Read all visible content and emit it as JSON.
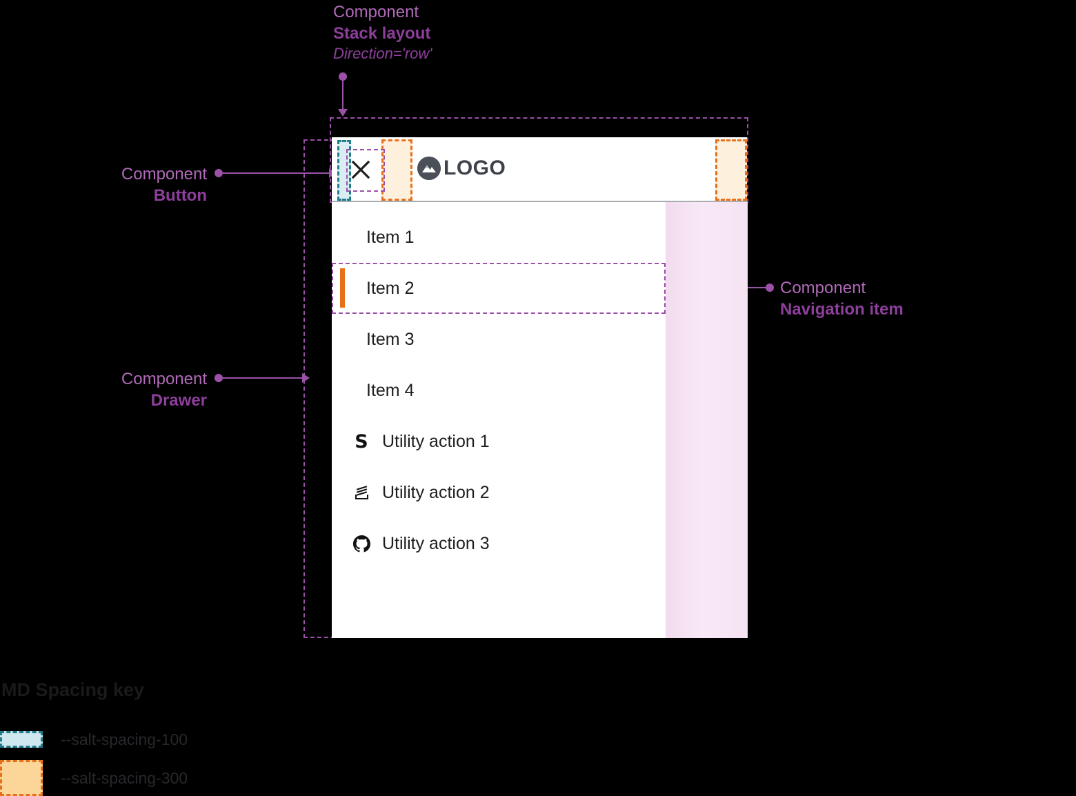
{
  "annotations": [
    {
      "id": "stack-layout",
      "kind": "Component",
      "name": "Stack layout",
      "prop": "Direction='row'"
    },
    {
      "id": "button",
      "kind": "Component",
      "name": "Button",
      "prop": ""
    },
    {
      "id": "drawer",
      "kind": "Component",
      "name": "Drawer",
      "prop": ""
    },
    {
      "id": "navigation-item",
      "kind": "Component",
      "name": "Navigation item",
      "prop": ""
    }
  ],
  "drawer": {
    "header": {
      "close_label": "Close",
      "close_icon": "close-icon",
      "logo_icon": "mountain-logo-icon",
      "logo_text": "LOGO"
    },
    "nav_items": [
      {
        "label": "Item 1",
        "active": false
      },
      {
        "label": "Item 2",
        "active": true
      },
      {
        "label": "Item 3",
        "active": false
      },
      {
        "label": "Item 4",
        "active": false
      }
    ],
    "utility_actions": [
      {
        "label": "Utility action 1",
        "icon": "salt-s-icon"
      },
      {
        "label": "Utility action 2",
        "icon": "stacked-layers-icon"
      },
      {
        "label": "Utility action 3",
        "icon": "github-icon"
      }
    ]
  },
  "spacing_key": {
    "title": "MD Spacing key",
    "entries": [
      {
        "token": "--salt-spacing-100",
        "fill": "#cfe8ef",
        "border": "#1f7d8c"
      },
      {
        "token": "--salt-spacing-300",
        "fill": "#fcd699",
        "border": "#e8701a"
      }
    ]
  },
  "colors": {
    "annotation_kind": "#b06ab8",
    "annotation_name": "#8d3f9b",
    "connector": "#9b51a8",
    "active_indicator": "#e8701a",
    "spacing_100_border": "#1f7d8c",
    "spacing_300_border": "#e8701a",
    "highlight_overlay": "#f5e3f3",
    "background": "#000000",
    "drawer_background": "#ffffff"
  }
}
